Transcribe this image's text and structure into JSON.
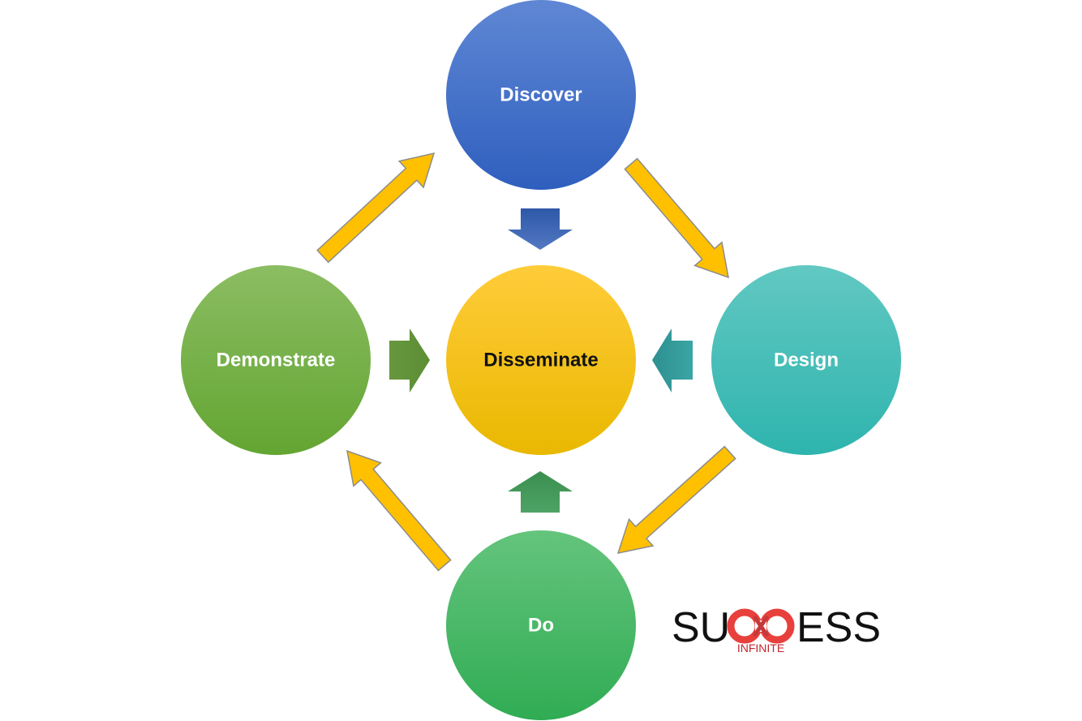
{
  "nodes": {
    "discover": {
      "label": "Discover",
      "text_color": "#ffffff"
    },
    "design": {
      "label": "Design",
      "text_color": "#ffffff"
    },
    "do": {
      "label": "Do",
      "text_color": "#ffffff"
    },
    "demonstrate": {
      "label": "Demonstrate",
      "text_color": "#ffffff"
    },
    "disseminate": {
      "label": "Disseminate",
      "text_color": "#111111"
    }
  },
  "colors": {
    "cycle_arrow": "#ffc000",
    "cycle_arrow_outline": "#8c8c8c",
    "discover": "#3a6fcd",
    "design": "#3dbfba",
    "do": "#3db85c",
    "demonstrate": "#73ad42",
    "disseminate": "#fcc10a"
  },
  "logo": {
    "prefix": "SU",
    "suffix": "ESS",
    "subtitle": "INFINITE",
    "icon": "infinity-icon",
    "accent": "#e8403c"
  }
}
